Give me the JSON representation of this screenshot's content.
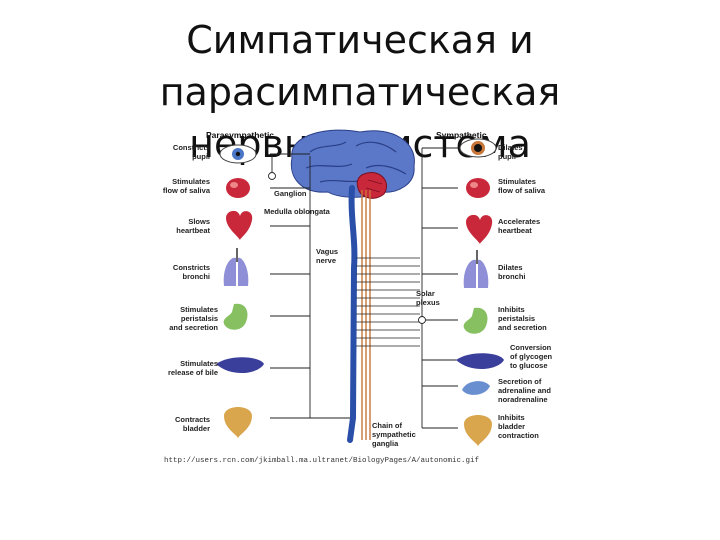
{
  "slide": {
    "title_line1": "Симпатическая и парасимпатическая",
    "title_line2": "нервная система"
  },
  "diagram": {
    "parasympathetic_header": "Parasympathetic",
    "sympathetic_header": "Sympathetic",
    "left_labels": [
      [
        "Constricts",
        "pupil"
      ],
      [
        "Stimulates",
        "flow of saliva"
      ],
      [
        "Slows",
        "heartbeat"
      ],
      [
        "Constricts",
        "bronchi"
      ],
      [
        "Stimulates",
        "peristalsis",
        "and secretion"
      ],
      [
        "Stimulates",
        "release of bile"
      ],
      [
        "Contracts",
        "bladder"
      ]
    ],
    "right_labels": [
      [
        "Dilates",
        "pupil"
      ],
      [
        "Stimulates",
        "flow of saliva"
      ],
      [
        "Accelerates",
        "heartbeat"
      ],
      [
        "Dilates",
        "bronchi"
      ],
      [
        "Inhibits",
        "peristalsis",
        "and secretion"
      ],
      [
        "Conversion",
        "of glycogen",
        "to glucose"
      ],
      [
        "Secretion of",
        "adrenaline and",
        "noradrenaline"
      ],
      [
        "Inhibits",
        "bladder",
        "contraction"
      ]
    ],
    "center_labels": {
      "ganglion": "Ganglion",
      "medulla": "Medulla oblongata",
      "vagus": [
        "Vagus",
        "nerve"
      ],
      "solar": [
        "Solar",
        "plexus"
      ],
      "chain": [
        "Chain of",
        "sympathetic",
        "ganglia"
      ]
    },
    "source_url": "http://users.rcn.com/jkimball.ma.ultranet/BiologyPages/A/autonomic.gif",
    "colors": {
      "cord": "#2a4fa8",
      "brain": "#5b78c8",
      "cerebellum": "#c8283a",
      "sympathetic_nerve": "#c8763a",
      "organ_red": "#c8283a",
      "organ_lung": "#8f8fd8",
      "organ_stomach": "#86c060",
      "organ_liver": "#3b3f9c",
      "organ_bladder": "#d9a64e"
    }
  }
}
